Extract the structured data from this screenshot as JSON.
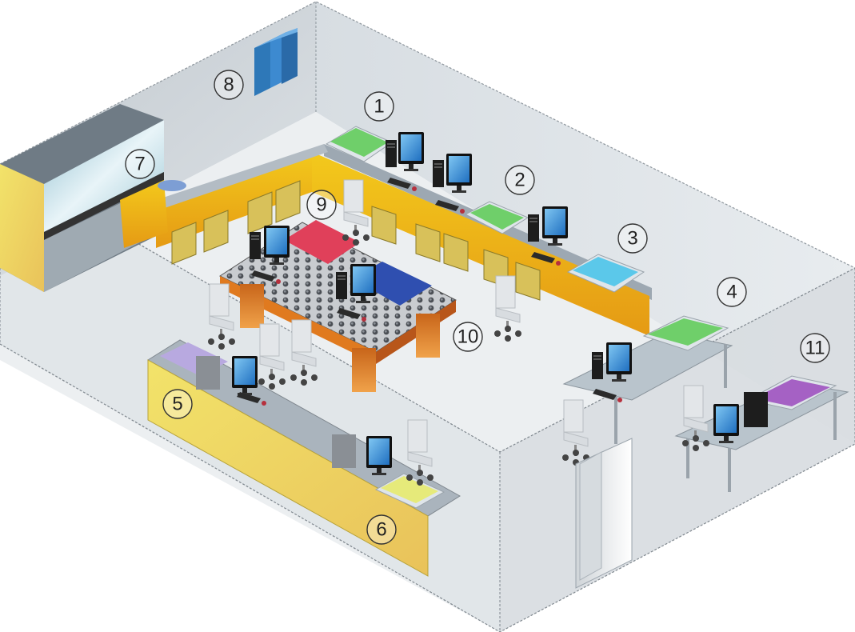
{
  "labels": {
    "l1": "1",
    "l2": "2",
    "l3": "3",
    "l4": "4",
    "l5": "5",
    "l6": "6",
    "l7": "7",
    "l8": "8",
    "l9": "9",
    "l10": "10",
    "l11": "11"
  },
  "colors": {
    "wall": "#c9d0d6",
    "floor": "#eef0f2",
    "cabinet": "#f0c21a",
    "counter": "#9aa6b1",
    "green_pad": "#6fcf6a",
    "blue_pad": "#5bc8ea",
    "red_pad": "#e0405a",
    "navy_pad": "#2f4fb0",
    "purple_pad": "#a561c4",
    "table_wood": "#c8651a",
    "monitor": "#3a8fd8"
  }
}
